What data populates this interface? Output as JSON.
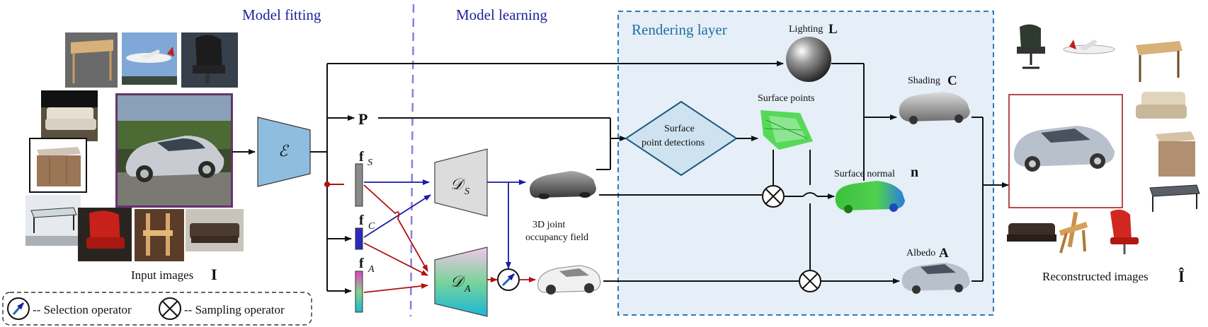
{
  "sections": {
    "model_fitting": "Model fitting",
    "model_learning": "Model learning",
    "rendering_layer": "Rendering layer"
  },
  "labels": {
    "input_images": "Input images",
    "input_images_sym": "I",
    "encoder": "ℰ",
    "pose": "P",
    "f_s": "f",
    "f_s_sub": "S",
    "f_c": "f",
    "f_c_sub": "C",
    "f_a": "f",
    "f_a_sub": "A",
    "decoder_s": "𝒟",
    "decoder_s_sub": "S",
    "decoder_a": "𝒟",
    "decoder_a_sub": "A",
    "occupancy_line1": "3D joint",
    "occupancy_line2": "occupancy field",
    "surface_detect_line1": "Surface",
    "surface_detect_line2": "point detections",
    "surface_points": "Surface points",
    "lighting": "Lighting",
    "lighting_sym": "L",
    "shading": "Shading",
    "shading_sym": "C",
    "surface_normal": "Surface normal",
    "surface_normal_sym": "n",
    "albedo": "Albedo",
    "albedo_sym": "A",
    "reconstructed": "Reconstructed  images",
    "reconstructed_sym": "Î"
  },
  "legend": {
    "selection": "-- Selection operator",
    "sampling": "-- Sampling operator"
  },
  "colors": {
    "blue_arrow": "#1a1aa8",
    "red_arrow": "#b01010",
    "encoder_fill": "#8fbde0",
    "render_bg": "#e6eef7",
    "render_border": "#2d7ab8"
  }
}
